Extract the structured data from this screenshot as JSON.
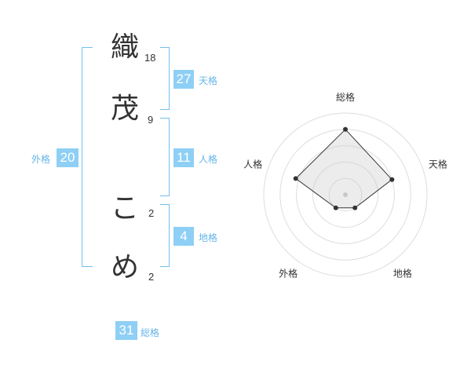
{
  "name_chars": [
    {
      "char": "織",
      "strokes": "18"
    },
    {
      "char": "茂",
      "strokes": "9"
    },
    {
      "char": "こ",
      "strokes": "2"
    },
    {
      "char": "め",
      "strokes": "2"
    }
  ],
  "kakusu": {
    "tenkaku": {
      "value": "27",
      "label": "天格"
    },
    "jinkaku": {
      "value": "11",
      "label": "人格"
    },
    "chikaku": {
      "value": "4",
      "label": "地格"
    },
    "gaikaku": {
      "value": "20",
      "label": "外格"
    },
    "soukaku": {
      "value": "31",
      "label": "総格"
    }
  },
  "colors": {
    "accent": "#8ecff5",
    "bracket": "#74c0ee",
    "text": "#333333"
  },
  "chart_data": {
    "type": "radar",
    "axes": [
      "総格",
      "天格",
      "地格",
      "外格",
      "人格"
    ],
    "values": [
      4,
      3,
      1,
      1,
      3.2
    ],
    "rmax": 5,
    "rings": 5
  }
}
